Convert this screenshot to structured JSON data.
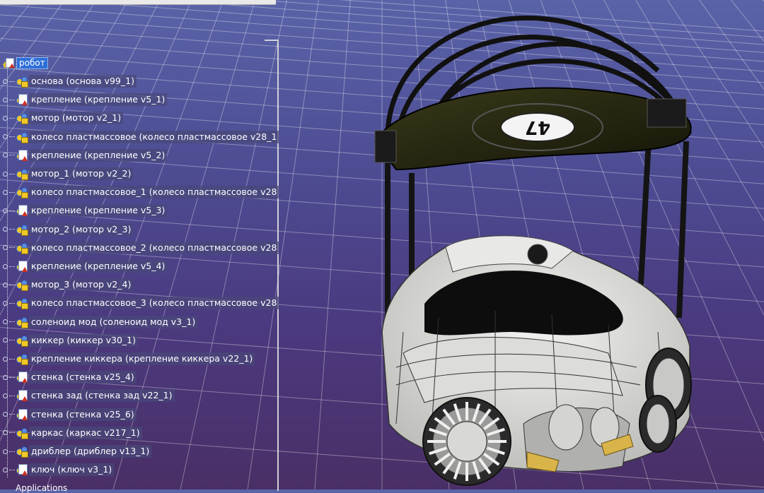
{
  "tree": {
    "root_label": "робот",
    "items": [
      {
        "label": "основа (основа v99_1)",
        "icon": "gear-icon"
      },
      {
        "label": "крепление (крепление v5_1)",
        "icon": "part-icon"
      },
      {
        "label": "мотор (мотор v2_1)",
        "icon": "gear-icon"
      },
      {
        "label": "колесо пластмассовое (колесо пластмассовое v28_1",
        "icon": "gear-icon"
      },
      {
        "label": "крепление (крепление v5_2)",
        "icon": "part-icon"
      },
      {
        "label": "мотор_1 (мотор v2_2)",
        "icon": "gear-icon"
      },
      {
        "label": "колесо пластмассовое_1 (колесо пластмассовое v28",
        "icon": "gear-icon"
      },
      {
        "label": "крепление (крепление v5_3)",
        "icon": "part-icon"
      },
      {
        "label": "мотор_2 (мотор v2_3)",
        "icon": "gear-icon"
      },
      {
        "label": "колесо пластмассовое_2 (колесо пластмассовое v28",
        "icon": "gear-icon"
      },
      {
        "label": "крепление (крепление v5_4)",
        "icon": "part-icon"
      },
      {
        "label": "мотор_3 (мотор v2_4)",
        "icon": "gear-icon"
      },
      {
        "label": "колесо пластмассовое_3 (колесо пластмассовое v28",
        "icon": "gear-icon"
      },
      {
        "label": "соленоид мод (соленоид мод v3_1)",
        "icon": "gear-icon"
      },
      {
        "label": "киккер (киккер v30_1)",
        "icon": "gear-icon"
      },
      {
        "label": "крепление киккера (крепление киккера v22_1)",
        "icon": "gear-icon"
      },
      {
        "label": "стенка (стенка v25_4)",
        "icon": "part-icon"
      },
      {
        "label": "стенка зад (стенка зад v22_1)",
        "icon": "part-icon"
      },
      {
        "label": "стенка (стенка v25_6)",
        "icon": "part-icon"
      },
      {
        "label": "каркас (каркас v217_1)",
        "icon": "gear-icon"
      },
      {
        "label": "дриблер (дриблер v13_1)",
        "icon": "gear-icon"
      },
      {
        "label": "ключ (ключ v3_1)",
        "icon": "part-icon"
      }
    ],
    "applications_label": "Applications"
  },
  "viewport": {
    "plate_label": "47"
  },
  "colors": {
    "background_top": "#5a63a8",
    "background_bottom": "#4a2f66",
    "selection": "#2e6fd8"
  }
}
